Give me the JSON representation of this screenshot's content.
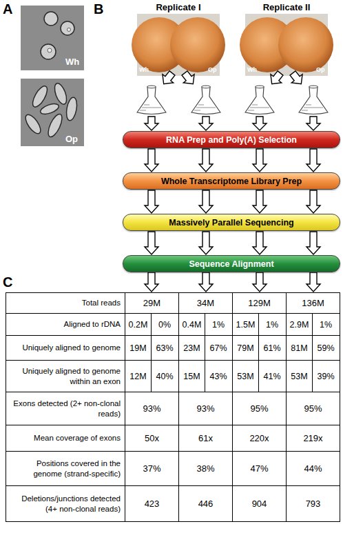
{
  "diagram": {
    "nodes": [
      {
        "text": [
          "RNA Prep and Poly(A) Selection"
        ]
      },
      {
        "text": [
          "Whole Transcriptome Library Prep"
        ]
      },
      {
        "text": [
          "Massively Parallel Sequencing"
        ]
      },
      {
        "text": [
          "Sequence Alignment"
        ]
      }
    ],
    "edges": [
      {
        "from": 0,
        "to": 1,
        "arrow": "to"
      },
      {
        "from": 0,
        "to": 1,
        "arrow": "to"
      },
      {
        "from": 0,
        "to": 1,
        "arrow": "to"
      },
      {
        "from": 0,
        "to": 1,
        "arrow": "to"
      },
      {
        "from": 1,
        "to": 2,
        "arrow": "to"
      },
      {
        "from": 1,
        "to": 2,
        "arrow": "to"
      },
      {
        "from": 1,
        "to": 2,
        "arrow": "to"
      },
      {
        "from": 1,
        "to": 2,
        "arrow": "to"
      },
      {
        "from": 2,
        "to": 3,
        "arrow": "to"
      },
      {
        "from": 2,
        "to": 3,
        "arrow": "to"
      },
      {
        "from": 2,
        "to": 3,
        "arrow": "to"
      },
      {
        "from": 2,
        "to": 3,
        "arrow": "to"
      }
    ],
    "labels": [
      "A",
      "Wh",
      "Op",
      "B",
      "Replicate I",
      "Replicate II",
      "Wh",
      "Op",
      "Wh",
      "Op",
      "C",
      "Total reads",
      "29M",
      "34M",
      "129M",
      "136M",
      "Aligned to rDNA",
      "0.2M",
      "0%",
      "0.4M",
      "1%",
      "1.5M",
      "1%",
      "2.9M",
      "1%",
      "Uniquely aligned to genome",
      "19M",
      "63%",
      "23M",
      "67%",
      "79M",
      "61%",
      "81M",
      "59%",
      "Uniquely aligned to genome within an exon",
      "12M",
      "40%",
      "15M",
      "43%",
      "53M",
      "41%",
      "53M",
      "39%",
      "Exons detected (2+ non-clonal reads)",
      "93%",
      "93%",
      "95%",
      "95%",
      "Mean coverage of exons",
      "50x",
      "61x",
      "220x",
      "219x",
      "Positions covered in the genome (strand-specific)",
      "37%",
      "38%",
      "47%",
      "44%",
      "Deletions/junctions detected (4+ non-clonal reads)",
      "423",
      "446",
      "904",
      "793"
    ]
  }
}
